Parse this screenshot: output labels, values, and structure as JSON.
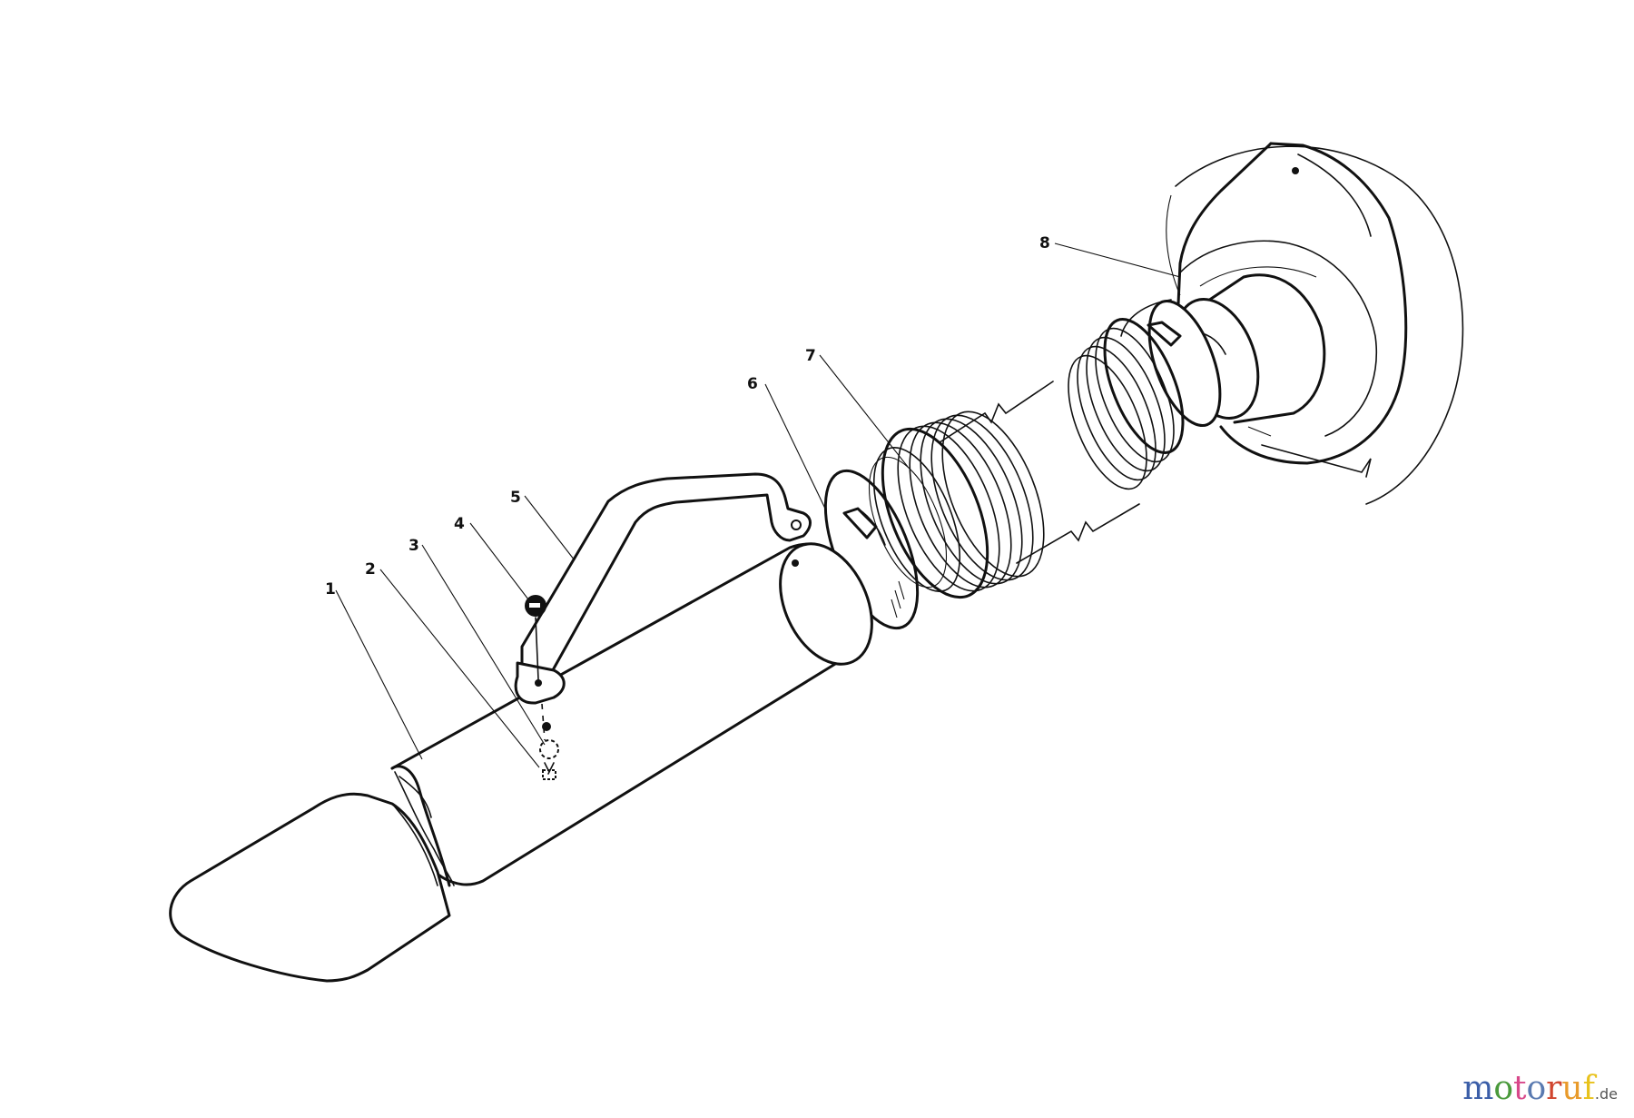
{
  "diagram": {
    "title": "",
    "type": "exploded-parts-view",
    "callouts": [
      {
        "id": "1",
        "label": "1"
      },
      {
        "id": "2",
        "label": "2"
      },
      {
        "id": "3",
        "label": "3"
      },
      {
        "id": "4",
        "label": "4"
      },
      {
        "id": "5",
        "label": "5"
      },
      {
        "id": "6",
        "label": "6"
      },
      {
        "id": "7",
        "label": "7"
      },
      {
        "id": "8",
        "label": "8"
      }
    ],
    "ink_color": "#111111",
    "background": "#ffffff"
  },
  "watermark": {
    "letters": [
      {
        "char": "m",
        "color": "#3b5ea8"
      },
      {
        "char": "o",
        "color": "#4a9a3c"
      },
      {
        "char": "t",
        "color": "#d8488a"
      },
      {
        "char": "o",
        "color": "#5a7ab0"
      },
      {
        "char": "r",
        "color": "#d0452e"
      },
      {
        "char": "u",
        "color": "#e89a2a"
      },
      {
        "char": "f",
        "color": "#e8c21c"
      }
    ],
    "suffix": ".de"
  }
}
